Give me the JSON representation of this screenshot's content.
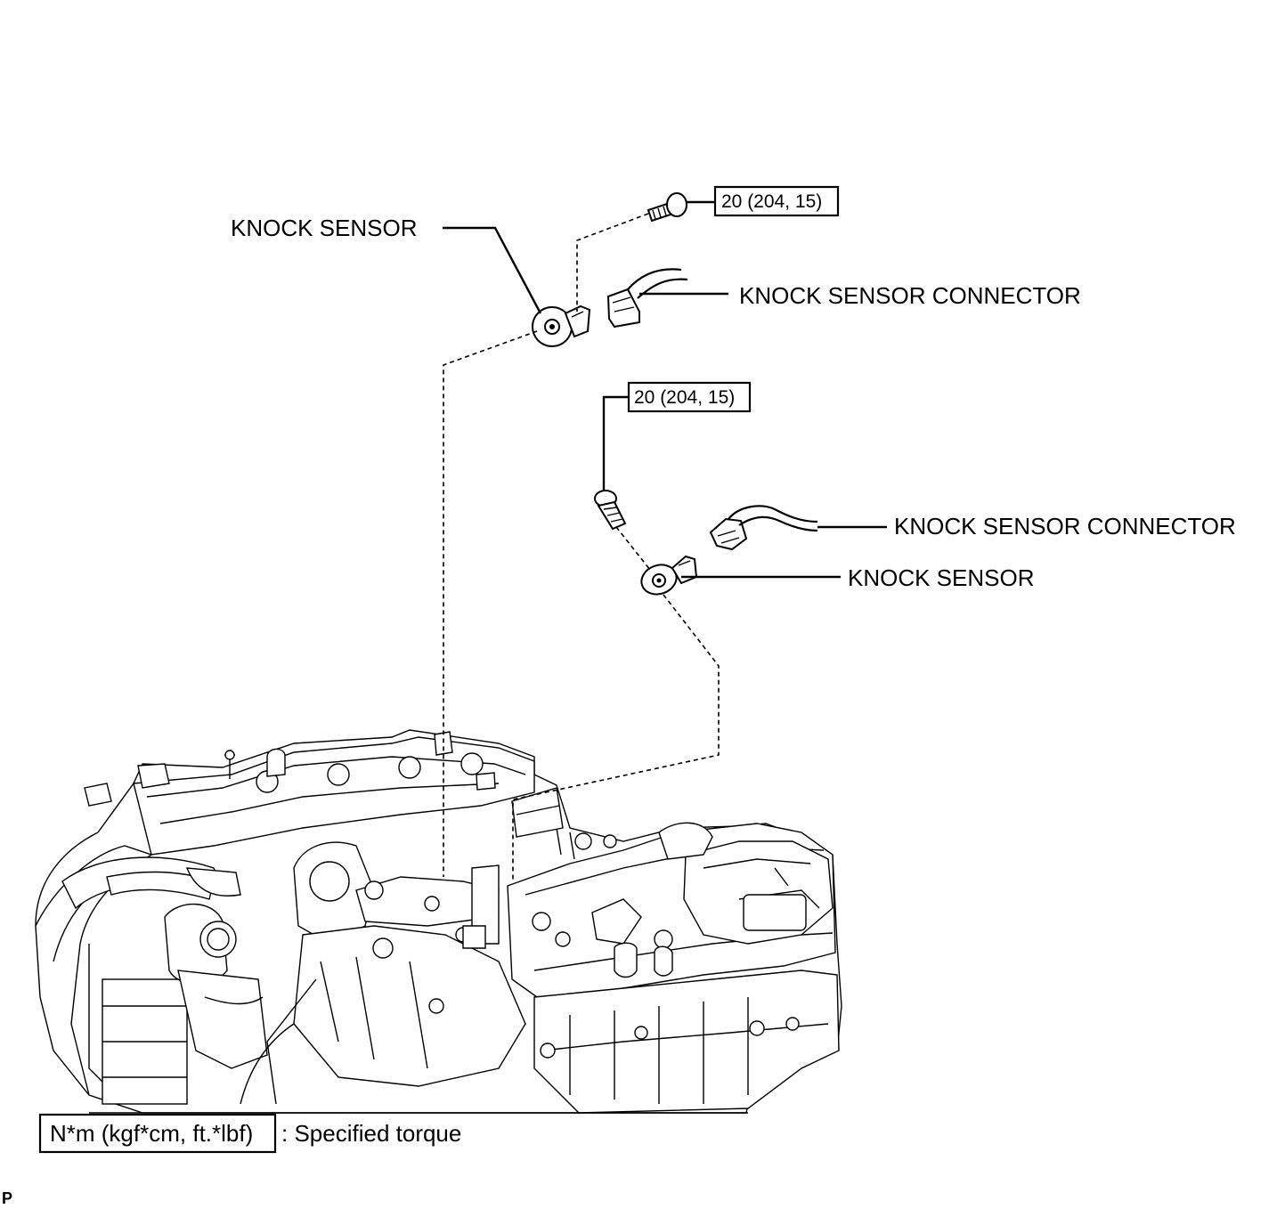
{
  "labels": {
    "knock_sensor_1": "KNOCK SENSOR",
    "knock_sensor_connector_1": "KNOCK SENSOR CONNECTOR",
    "knock_sensor_connector_2": "KNOCK SENSOR CONNECTOR",
    "knock_sensor_2": "KNOCK SENSOR"
  },
  "torque": {
    "bolt_1": "20 (204, 15)",
    "bolt_2": "20 (204, 15)"
  },
  "legend": {
    "unit_box": "N*m (kgf*cm, ft.*lbf)",
    "meaning": ": Specified torque"
  },
  "corner_mark": "P"
}
